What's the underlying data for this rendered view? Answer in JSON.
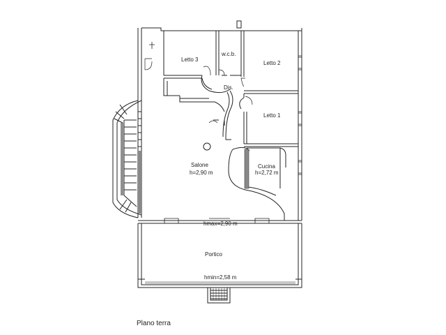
{
  "drawing": {
    "caption": "Plano terra",
    "rooms": {
      "letto3": "Letto 3",
      "wcb": "w.c.b.",
      "letto2": "Letto 2",
      "dis": "Dis.",
      "letto1": "Letto 1",
      "salone": "Salone",
      "salone_h": "h=2,90 m",
      "cucina": "Cucina",
      "cucina_h": "h=2,72 m",
      "hmax": "hmax=2,90 m",
      "portico": "Portico",
      "hmin": "hmin=2,58 m"
    }
  }
}
